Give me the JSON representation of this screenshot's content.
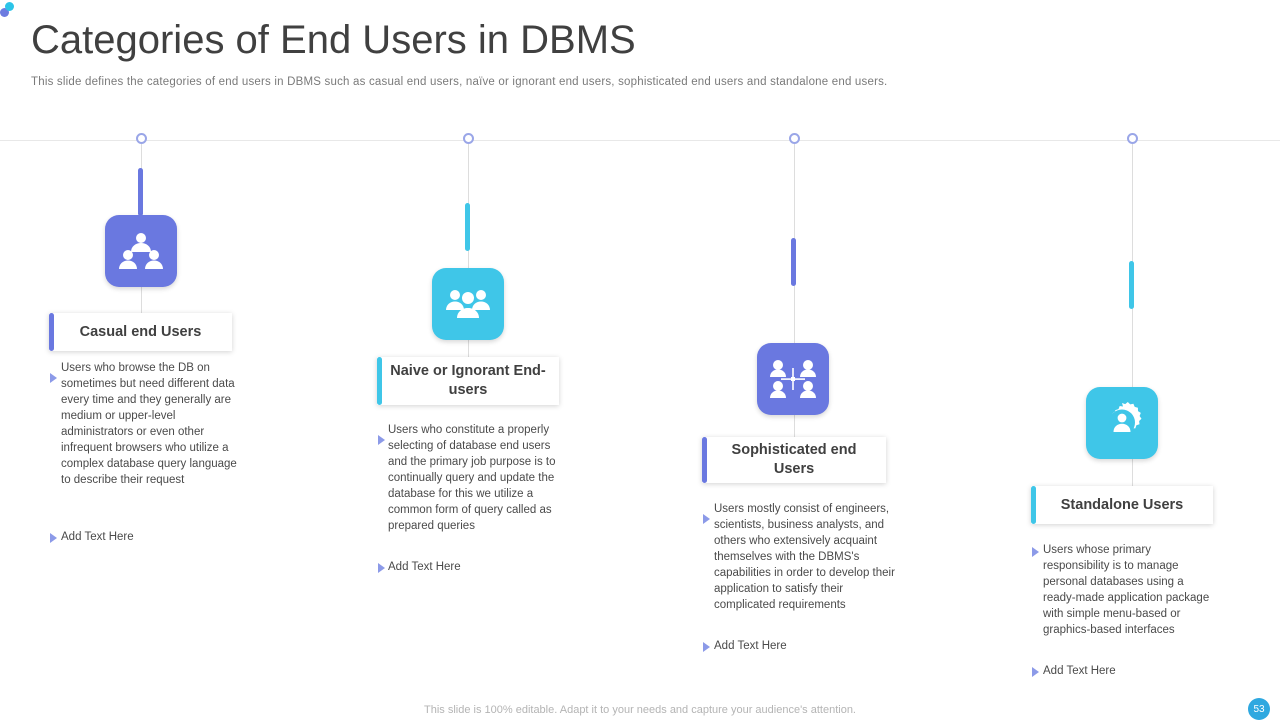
{
  "slide": {
    "title": "Categories of End Users in DBMS",
    "subtitle": "This slide defines the categories of end users in DBMS such as casual end users, naïve  or ignorant end users, sophisticated end users and standalone  end users.",
    "footer": "This slide is 100% editable. Adapt it to your needs and capture your audience's attention.",
    "page_number": "53"
  },
  "colors": {
    "accent_purple": "#6a78e0",
    "accent_cyan": "#3fc6e8",
    "title_text": "#404040",
    "page_badge": "#2ea8e0"
  },
  "items": [
    {
      "title": "Casual end Users",
      "body": "Users who browse  the DB on sometimes but need different data every  time and they generally  are medium  or upper-level  administrators or even  other infrequent browsers  who utilize a complex database query language  to describe their request",
      "add_text": "Add Text Here",
      "icon": "users-group-icon",
      "tile_color": "#6a78e0",
      "accent_color": "#6a78e0"
    },
    {
      "title": "Naive or Ignorant End-users",
      "body": "Users who constitute a properly  selecting of database end users and the primary  job purpose is to continually  query and update the database for this we utilize a common form of query called as prepared queries",
      "add_text": "Add Text Here",
      "icon": "users-crowd-icon",
      "tile_color": "#3fc6e8",
      "accent_color": "#3fc6e8"
    },
    {
      "title": "Sophisticated end Users",
      "body": "Users mostly consist of engineers, scientists, business analysts, and others who extensively  acquaint themselves  with the DBMS's capabilities in order  to develop their application to satisfy their complicated requirements",
      "add_text": "Add Text Here",
      "icon": "team-network-icon",
      "tile_color": "#6a78e0",
      "accent_color": "#6a78e0"
    },
    {
      "title": "Standalone Users",
      "body": "Users whose  primary responsibility is to manage personal databases using a ready-made  application package with simple menu-based  or graphics-based interfaces",
      "add_text": "Add Text Here",
      "icon": "gear-user-icon",
      "tile_color": "#3fc6e8",
      "accent_color": "#3fc6e8"
    }
  ]
}
